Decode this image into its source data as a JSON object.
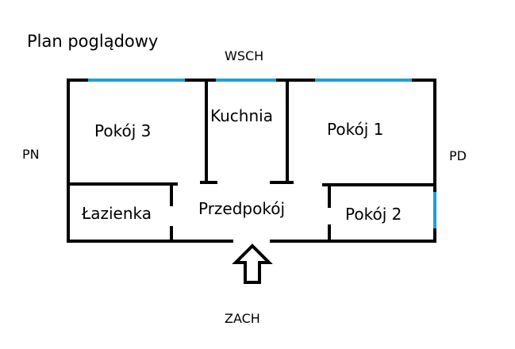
{
  "title": "Plan poglądowy",
  "compass": {
    "east": "WSCH",
    "west": "ZACH",
    "north": "PN",
    "south": "PD"
  },
  "rooms": {
    "room3": "Pokój 3",
    "kitchen": "Kuchnia",
    "room1": "Pokój 1",
    "bathroom": "Łazienka",
    "hallway": "Przedpokój",
    "room2": "Pokój 2"
  },
  "colors": {
    "wall": "#000000",
    "window": "#1ba1d6",
    "background": "#ffffff"
  },
  "icons": {
    "entrance": "arrow-up-outline"
  }
}
